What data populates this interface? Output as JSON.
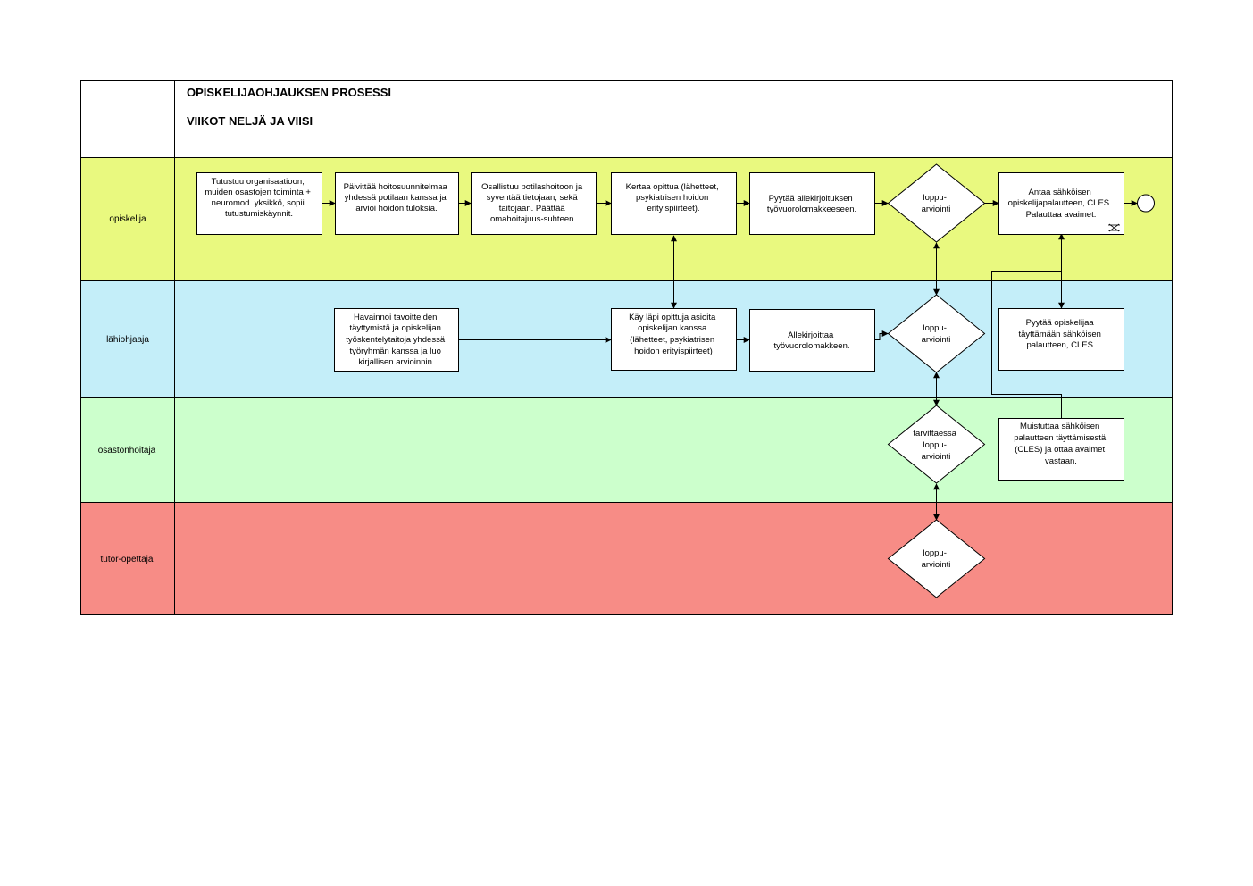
{
  "header": {
    "title": "OPISKELIJAOHJAUKSEN PROSESSI",
    "subtitle": "VIIKOT NELJÄ JA VIISI"
  },
  "lanes": [
    {
      "id": "opiskelija",
      "label": "opiskelija",
      "color": "#e9f97f"
    },
    {
      "id": "lahiohjaaja",
      "label": "lähiohjaaja",
      "color": "#c4eef9"
    },
    {
      "id": "osastonhoitaja",
      "label": "osastonhoitaja",
      "color": "#ccffcc"
    },
    {
      "id": "tutor",
      "label": "tutor-opettaja",
      "color": "#f78c86"
    }
  ],
  "tasks": {
    "t1": [
      "Tutustuu organisaatioon;",
      "muiden osastojen toiminta +",
      "neuromod. yksikkö, sopii",
      "tutustumiskäynnit."
    ],
    "t2": [
      "Päivittää hoitosuunnitelmaa",
      "yhdessä potilaan kanssa ja",
      "arvioi hoidon tuloksia."
    ],
    "t3": [
      "Osallistuu potilashoitoon ja",
      "syventää tietojaan, sekä",
      "taitojaan. Päättää",
      "omahoitajuus-suhteen."
    ],
    "t4": [
      "Kertaa opittua (lähetteet,",
      "psykiatrisen hoidon",
      "erityispiirteet)."
    ],
    "t5": [
      "Pyytää allekirjoituksen",
      "työvuorolomakkeeseen."
    ],
    "t6": [
      "Antaa sähköisen",
      "opiskelijapalautteen, CLES.",
      "Palauttaa avaimet."
    ],
    "l1": [
      "Havainnoi tavoitteiden",
      "täyttymistä ja opiskelijan",
      "työskentelytaitoja yhdessä",
      "työryhmän kanssa ja luo",
      "kirjallisen arvioinnin."
    ],
    "l2": [
      "Käy läpi opittuja asioita",
      "opiskelijan kanssa",
      "(lähetteet, psykiatrisen",
      "hoidon erityispiirteet)"
    ],
    "l3": [
      "Allekirjoittaa",
      "työvuorolomakkeen."
    ],
    "l4": [
      "Pyytää opiskelijaa",
      "täyttämään sähköisen",
      "palautteen, CLES."
    ],
    "o1": [
      "Muistuttaa sähköisen",
      "palautteen täyttämisestä",
      "(CLES) ja ottaa avaimet",
      "vastaan."
    ]
  },
  "decisions": {
    "d1": [
      "loppu-",
      "arviointi"
    ],
    "d2": [
      "loppu-",
      "arviointi"
    ],
    "d3": [
      "tarvittaessa",
      "loppu-",
      "arviointi"
    ],
    "d4": [
      "loppu-",
      "arviointi"
    ]
  },
  "icons": {
    "end_event": "end-event-circle",
    "subprocess_marker": "subprocess-marker-icon"
  }
}
